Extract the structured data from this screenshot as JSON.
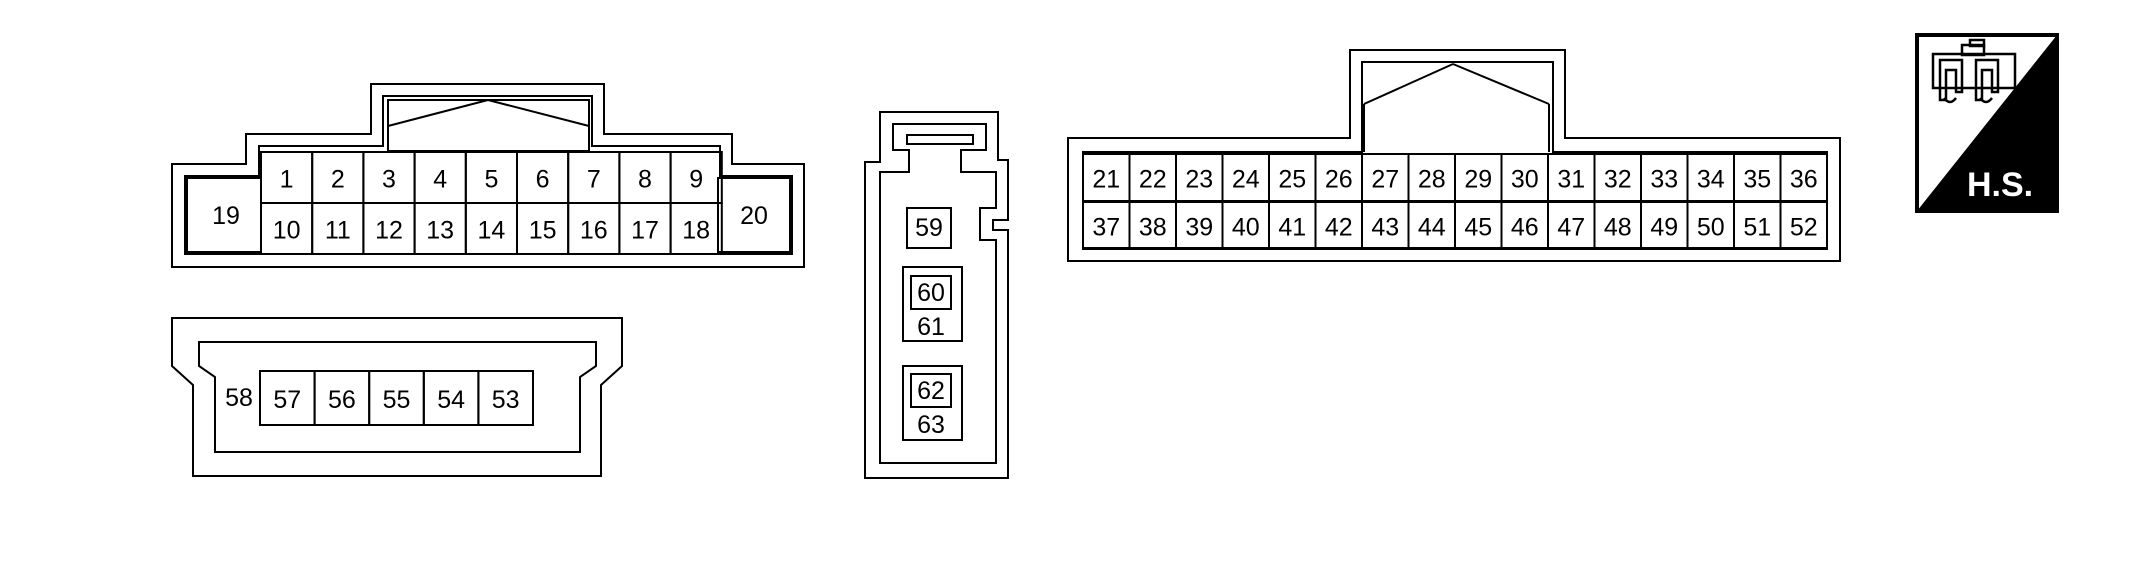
{
  "connectors": {
    "a": {
      "row1": [
        "1",
        "2",
        "3",
        "4",
        "5",
        "6",
        "7",
        "8",
        "9"
      ],
      "row2": [
        "10",
        "11",
        "12",
        "13",
        "14",
        "15",
        "16",
        "17",
        "18"
      ],
      "left_pin": "19",
      "right_pin": "20"
    },
    "b": {
      "side_pin": "58",
      "row": [
        "57",
        "56",
        "55",
        "54",
        "53"
      ]
    },
    "c": {
      "pins": [
        "59",
        "60",
        "61",
        "62",
        "63"
      ]
    },
    "d": {
      "row1": [
        "21",
        "22",
        "23",
        "24",
        "25",
        "26",
        "27",
        "28",
        "29",
        "30",
        "31",
        "32",
        "33",
        "34",
        "35",
        "36"
      ],
      "row2": [
        "37",
        "38",
        "39",
        "40",
        "41",
        "42",
        "43",
        "44",
        "45",
        "46",
        "47",
        "48",
        "49",
        "50",
        "51",
        "52"
      ]
    }
  },
  "hs_badge": {
    "label": "H.S.",
    "icon": "connector-housing-icon"
  }
}
